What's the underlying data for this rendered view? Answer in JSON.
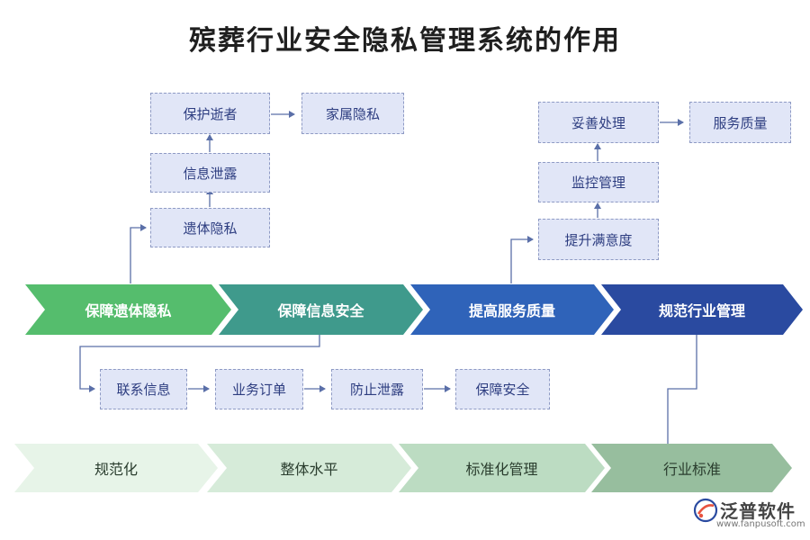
{
  "title": "殡葬行业安全隐私管理系统的作用",
  "colors": {
    "box_fill": "#e1e6f7",
    "box_border": "#8e9ac4",
    "connector": "#5a6fa8",
    "chevron_1": "#55bd6d",
    "chevron_2": "#3f9a8c",
    "chevron_3": "#2f63b9",
    "chevron_4": "#2a4aa0",
    "bottom_1": "#e7f4e8",
    "bottom_2": "#d6ebd9",
    "bottom_3": "#bcdcc2",
    "bottom_4": "#97be9e"
  },
  "main_flow": [
    "保障遗体隐私",
    "保障信息安全",
    "提高服务质量",
    "规范行业管理"
  ],
  "branch_privacy": {
    "steps": [
      "遗体隐私",
      "信息泄露",
      "保护逝者"
    ],
    "outcome": "家属隐私"
  },
  "branch_service": {
    "steps": [
      "提升满意度",
      "监控管理",
      "妥善处理"
    ],
    "outcome": "服务质量"
  },
  "branch_info": [
    "联系信息",
    "业务订单",
    "防止泄露",
    "保障安全"
  ],
  "bottom_flow": [
    "规范化",
    "整体水平",
    "标准化管理",
    "行业标准"
  ],
  "logo": {
    "icon": "fanpu-logo-icon",
    "name": "泛普软件",
    "url": "www.fanpusoft.com"
  }
}
